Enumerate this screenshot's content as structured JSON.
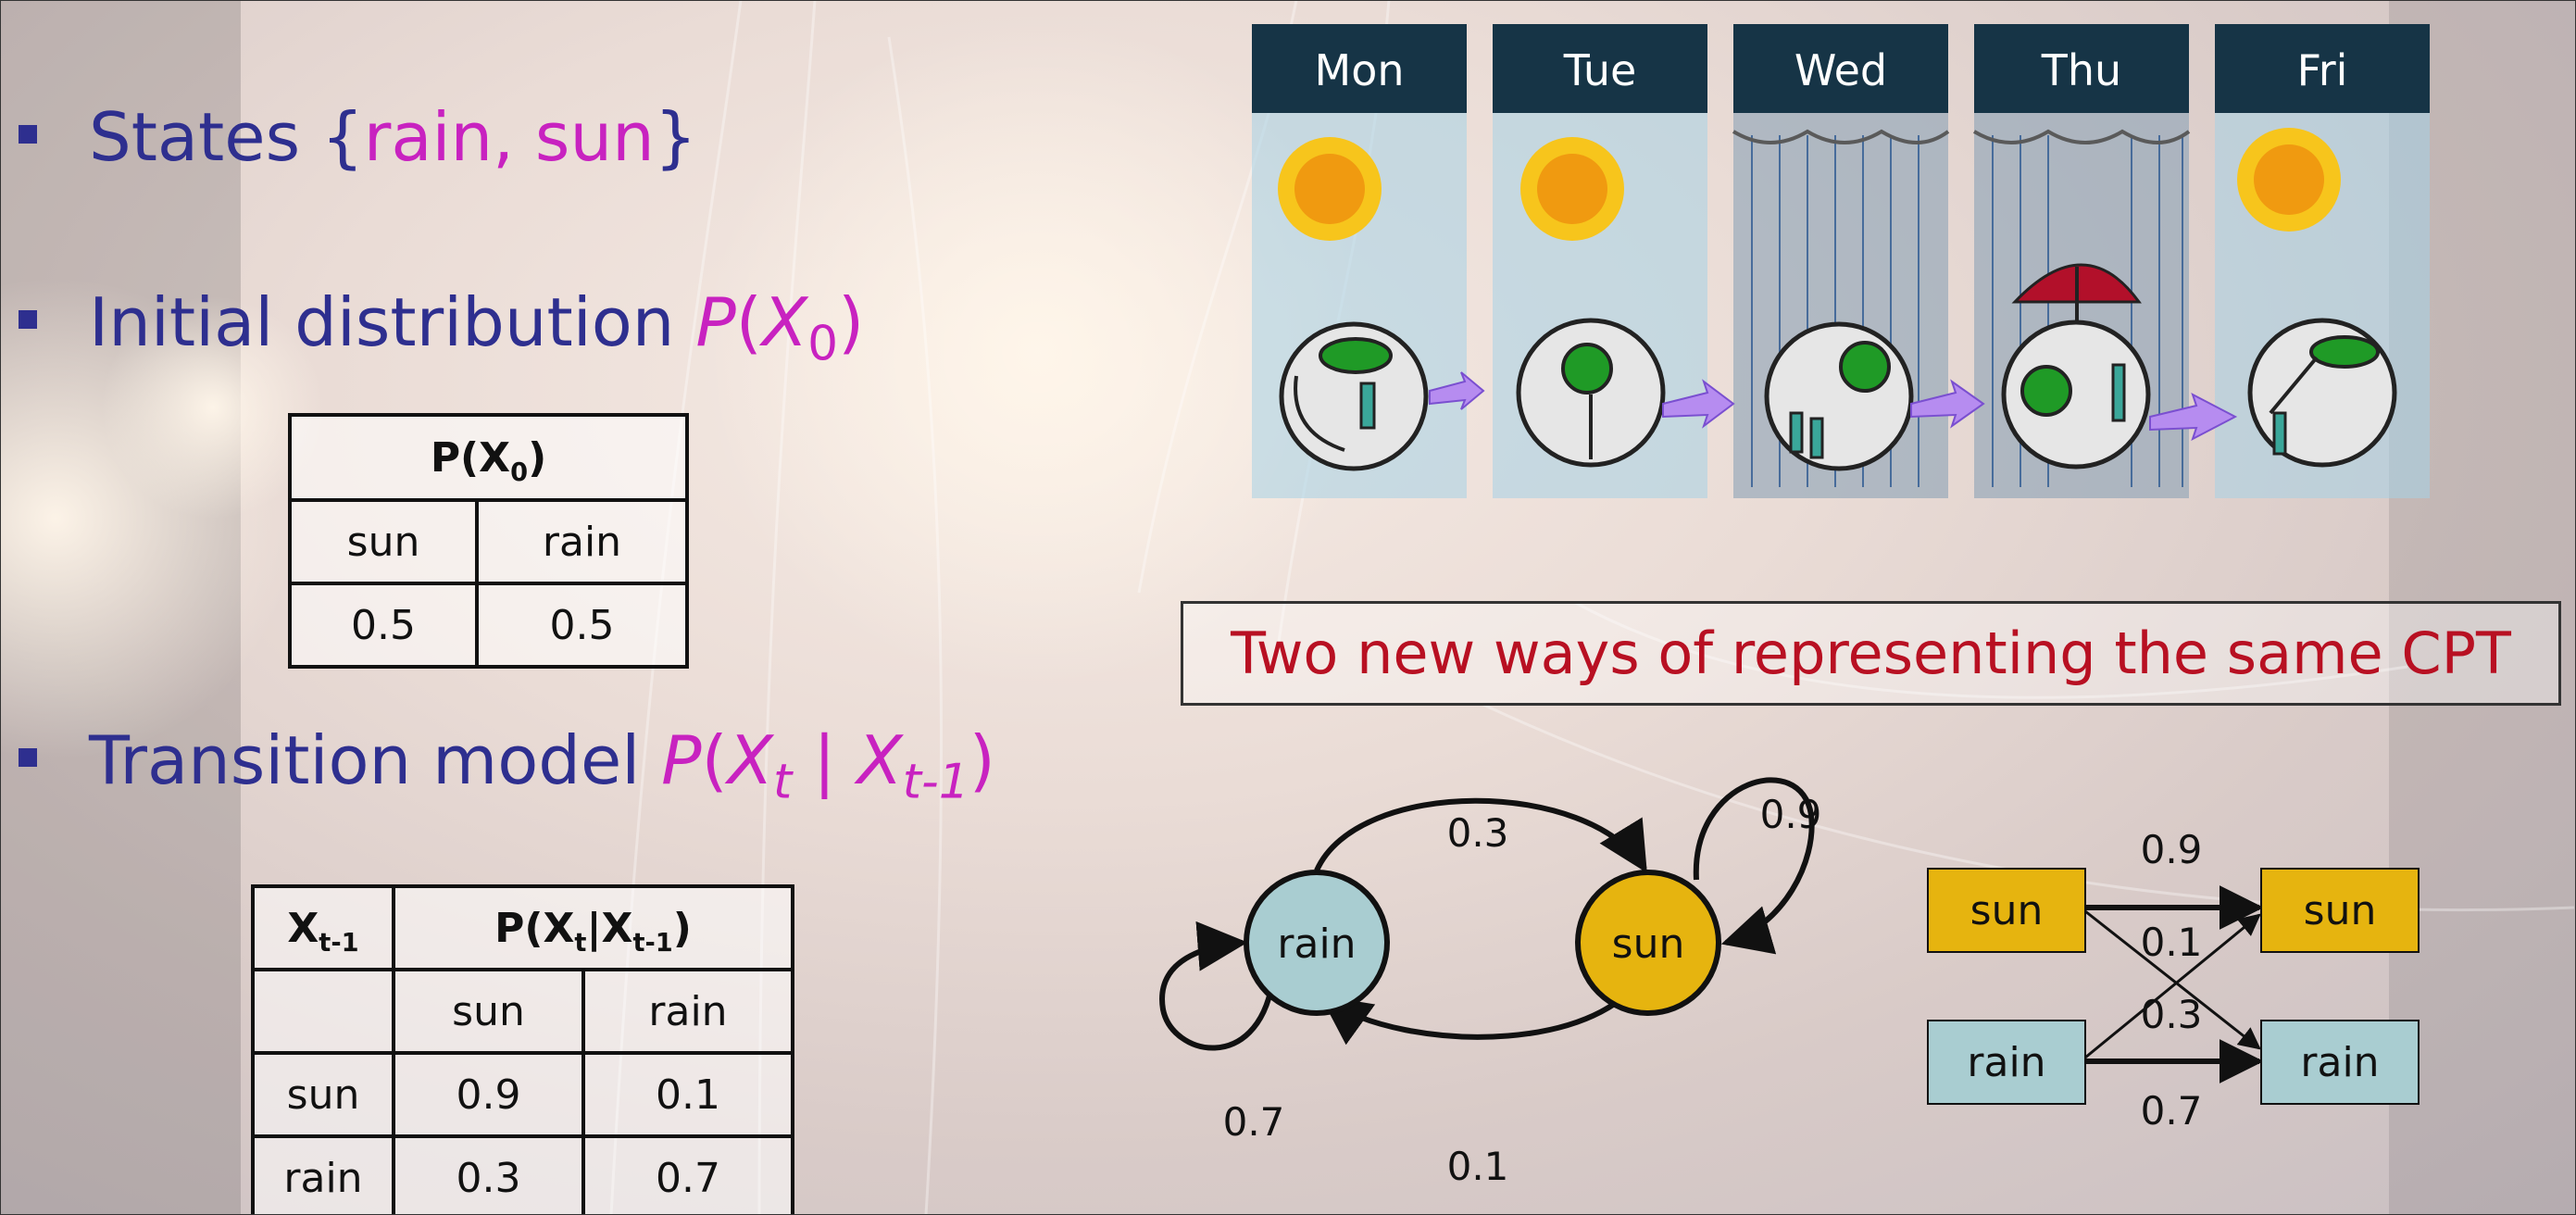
{
  "bullets": {
    "states": {
      "text": "States {",
      "values": "rain, sun",
      "close": "}"
    },
    "initial": {
      "text": "Initial distribution ",
      "expr_p": "P",
      "expr_x": "X",
      "expr_sub": "0"
    },
    "transition": {
      "text": "Transition model ",
      "expr_p": "P",
      "expr_x1": "X",
      "expr_sub1": "t",
      "expr_bar": " | ",
      "expr_x2": "X",
      "expr_sub2": "t-1"
    }
  },
  "initial_table": {
    "header_p": "P(X",
    "header_sub": "0",
    "header_close": ")",
    "columns": [
      "sun",
      "rain"
    ],
    "values": [
      "0.5",
      "0.5"
    ]
  },
  "transition_table": {
    "row_header_x": "X",
    "row_header_sub": "t-1",
    "header_p": "P(X",
    "header_sub1": "t",
    "header_bar": "|X",
    "header_sub2": "t-1",
    "header_close": ")",
    "columns": [
      "sun",
      "rain"
    ],
    "rows": [
      {
        "label": "sun",
        "values": [
          "0.9",
          "0.1"
        ]
      },
      {
        "label": "rain",
        "values": [
          "0.3",
          "0.7"
        ]
      }
    ]
  },
  "weather_strip": {
    "days": [
      "Mon",
      "Tue",
      "Wed",
      "Thu",
      "Fri"
    ],
    "conditions": [
      "sun",
      "sun",
      "rain",
      "rain",
      "sun"
    ]
  },
  "callout": "Two new ways of representing the same CPT",
  "state_graph": {
    "nodes": [
      "rain",
      "sun"
    ],
    "edges": [
      {
        "from": "rain",
        "to": "sun",
        "p": "0.3"
      },
      {
        "from": "sun",
        "to": "sun",
        "p": "0.9"
      },
      {
        "from": "sun",
        "to": "rain",
        "p": "0.1"
      },
      {
        "from": "rain",
        "to": "rain",
        "p": "0.7"
      }
    ]
  },
  "trellis": {
    "left": [
      "sun",
      "rain"
    ],
    "right": [
      "sun",
      "rain"
    ],
    "labels": [
      "0.9",
      "0.1",
      "0.3",
      "0.7"
    ]
  },
  "colors": {
    "title_text": "#2e2f8f",
    "math_accent": "#c822c0",
    "callout_text": "#b81022",
    "sun_node": "#e6b40f",
    "rain_node": "#a9cdd1",
    "arrow_purple": "#b68cf0"
  }
}
